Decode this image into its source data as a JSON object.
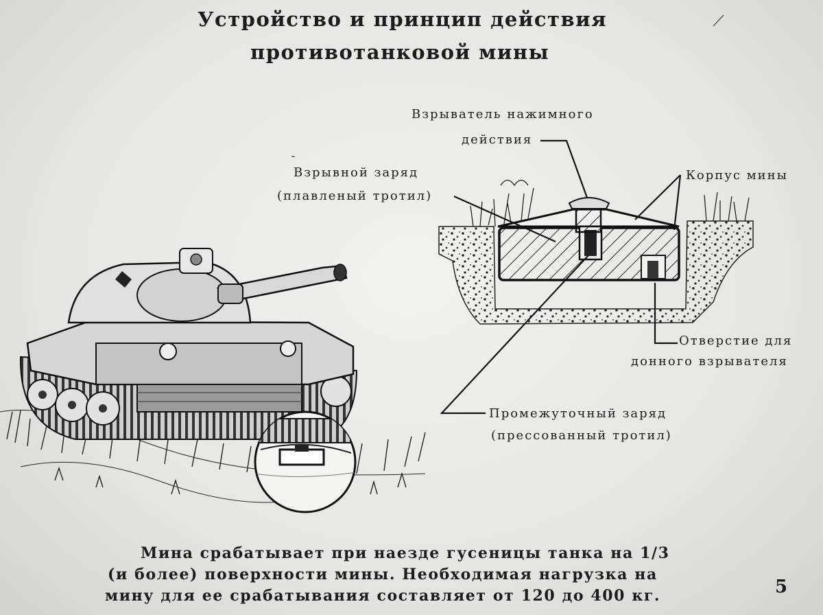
{
  "slide": {
    "title_line1": "Устройство и принцип действия",
    "title_line2": "противотанковой мины",
    "labels": {
      "fuze_line1": "Взрыватель нажимного",
      "fuze_line2": "действия",
      "charge_line1": "Взрывной заряд",
      "charge_line2": "(плавленый тротил)",
      "body": "Корпус мины",
      "hole_line1": "Отверстие для",
      "hole_line2": "донного взрывателя",
      "booster_line1": "Промежуточный заряд",
      "booster_line2": "(прессованный тротил)"
    },
    "caption_lines": [
      "Мина срабатывает при наезде гусеницы танка на 1/3",
      "(и более) поверхности мины. Необходимая нагрузка на",
      "мину для ее срабатывания составляет от 120 до 400 кг."
    ],
    "page_number": "5"
  }
}
